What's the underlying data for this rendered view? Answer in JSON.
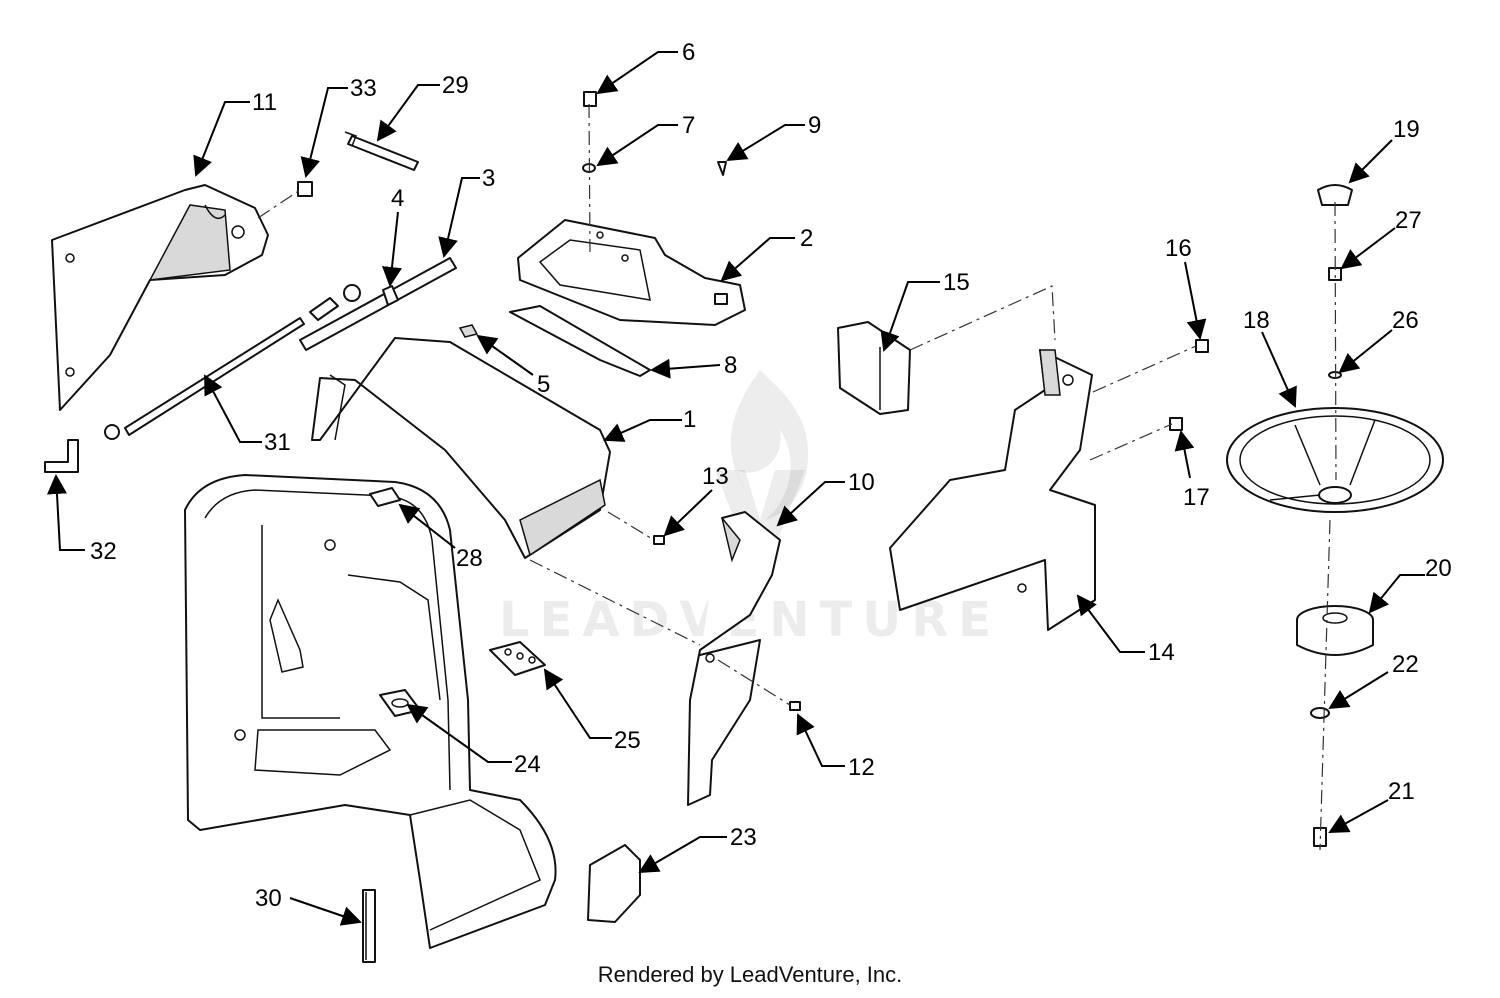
{
  "diagram": {
    "watermark": "LEADVENTURE",
    "footer": "Rendered by LeadVenture, Inc.",
    "callouts": [
      {
        "id": "1",
        "label": "1"
      },
      {
        "id": "2",
        "label": "2"
      },
      {
        "id": "3",
        "label": "3"
      },
      {
        "id": "4",
        "label": "4"
      },
      {
        "id": "5",
        "label": "5"
      },
      {
        "id": "6",
        "label": "6"
      },
      {
        "id": "7",
        "label": "7"
      },
      {
        "id": "8",
        "label": "8"
      },
      {
        "id": "9",
        "label": "9"
      },
      {
        "id": "10",
        "label": "10"
      },
      {
        "id": "11",
        "label": "11"
      },
      {
        "id": "12",
        "label": "12"
      },
      {
        "id": "13",
        "label": "13"
      },
      {
        "id": "14",
        "label": "14"
      },
      {
        "id": "15",
        "label": "15"
      },
      {
        "id": "16",
        "label": "16"
      },
      {
        "id": "17",
        "label": "17"
      },
      {
        "id": "18",
        "label": "18"
      },
      {
        "id": "19",
        "label": "19"
      },
      {
        "id": "20",
        "label": "20"
      },
      {
        "id": "21",
        "label": "21"
      },
      {
        "id": "22",
        "label": "22"
      },
      {
        "id": "23",
        "label": "23"
      },
      {
        "id": "24",
        "label": "24"
      },
      {
        "id": "25",
        "label": "25"
      },
      {
        "id": "26",
        "label": "26"
      },
      {
        "id": "27",
        "label": "27"
      },
      {
        "id": "28",
        "label": "28"
      },
      {
        "id": "29",
        "label": "29"
      },
      {
        "id": "30",
        "label": "30"
      },
      {
        "id": "31",
        "label": "31"
      },
      {
        "id": "32",
        "label": "32"
      },
      {
        "id": "33",
        "label": "33"
      }
    ]
  }
}
